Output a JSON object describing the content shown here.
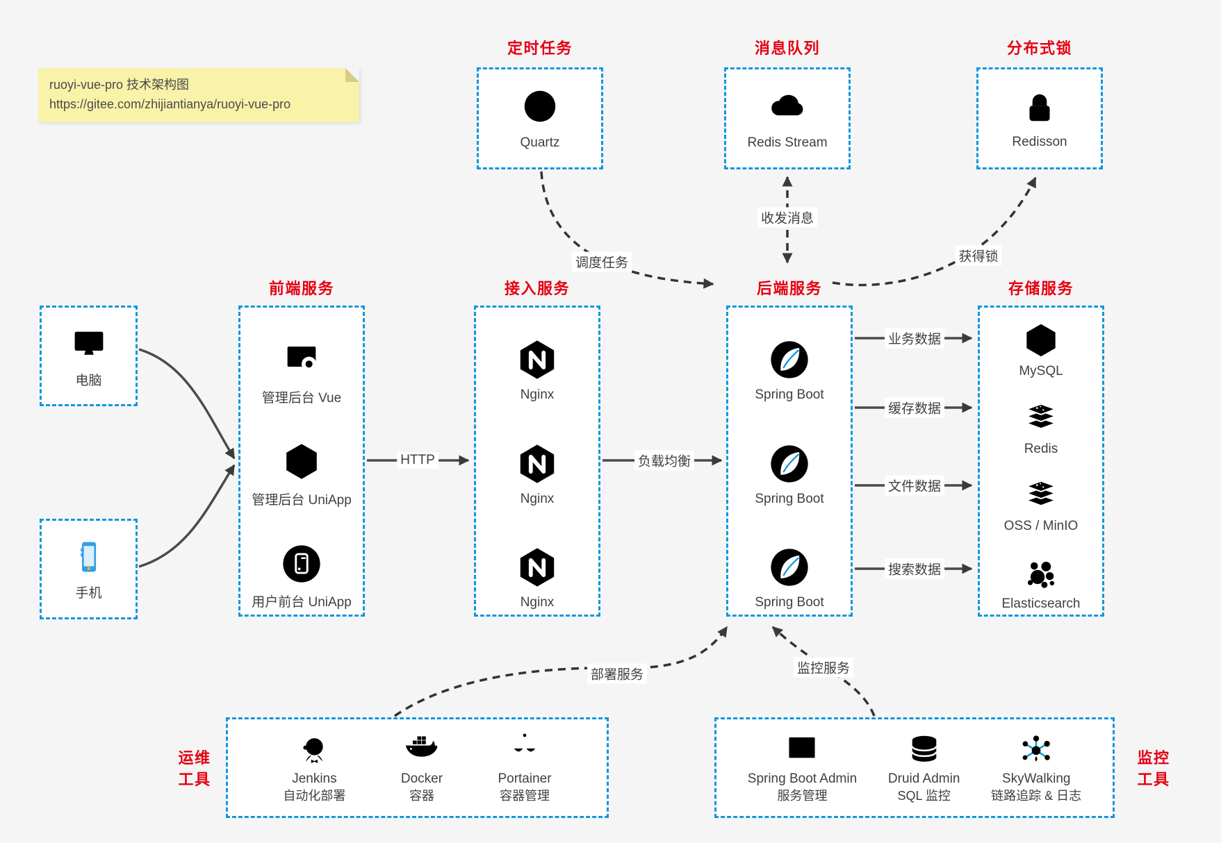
{
  "note": {
    "title": "ruoyi-vue-pro 技术架构图",
    "url": "https://gitee.com/zhijiantianya/ruoyi-vue-pro"
  },
  "colors": {
    "accent": "#1296db",
    "title_red": "#e60012",
    "arrow": "#3a3a3a",
    "note_bg": "#f9f2a9"
  },
  "top_services": [
    {
      "title": "定时任务",
      "item": "Quartz"
    },
    {
      "title": "消息队列",
      "item": "Redis Stream"
    },
    {
      "title": "分布式锁",
      "item": "Redisson"
    }
  ],
  "clients": [
    {
      "label": "电脑"
    },
    {
      "label": "手机"
    }
  ],
  "frontend": {
    "title": "前端服务",
    "items": [
      "管理后台 Vue",
      "管理后台 UniApp",
      "用户前台 UniApp"
    ]
  },
  "gateway": {
    "title": "接入服务",
    "items": [
      "Nginx",
      "Nginx",
      "Nginx"
    ]
  },
  "backend": {
    "title": "后端服务",
    "items": [
      "Spring Boot",
      "Spring Boot",
      "Spring Boot"
    ]
  },
  "storage": {
    "title": "存储服务",
    "items": [
      "MySQL",
      "Redis",
      "OSS / MinIO",
      "Elasticsearch"
    ]
  },
  "edges": {
    "http": "HTTP",
    "load_balance": "负载均衡",
    "schedule": "调度任务",
    "messages": "收发消息",
    "lock": "获得锁",
    "business": "业务数据",
    "cache": "缓存数据",
    "file": "文件数据",
    "search": "搜索数据",
    "deploy": "部署服务",
    "monitor": "监控服务"
  },
  "ops": {
    "title_1": "运维",
    "title_2": "工具",
    "items": [
      {
        "name": "Jenkins",
        "desc": "自动化部署"
      },
      {
        "name": "Docker",
        "desc": "容器"
      },
      {
        "name": "Portainer",
        "desc": "容器管理"
      }
    ]
  },
  "monitoring": {
    "title_1": "监控",
    "title_2": "工具",
    "items": [
      {
        "name": "Spring Boot Admin",
        "desc": "服务管理"
      },
      {
        "name": "Druid Admin",
        "desc": "SQL 监控"
      },
      {
        "name": "SkyWalking",
        "desc": "链路追踪 & 日志"
      }
    ]
  }
}
